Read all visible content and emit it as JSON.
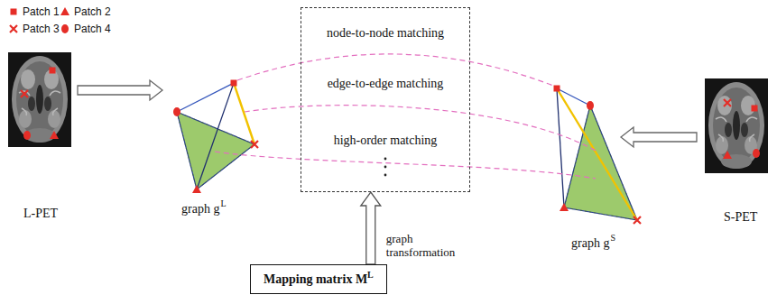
{
  "diagram": {
    "nodes": [
      {
        "text": [
          "node-to-node matching",
          "edge-to-edge matching",
          "high-order matching"
        ]
      },
      {
        "text": [
          "Mapping matrix M",
          "L"
        ]
      }
    ],
    "edges": [
      {
        "from": 1,
        "to": 0,
        "arrow": "to",
        "label": "graph transformation"
      }
    ],
    "labels": [
      "L-PET",
      "graph g",
      "L",
      "graph g",
      "S",
      "S-PET"
    ],
    "legend": [
      {
        "text": "Patch 1"
      },
      {
        "text": "Patch 2"
      },
      {
        "text": "Patch 3"
      },
      {
        "text": "Patch 4"
      }
    ]
  }
}
